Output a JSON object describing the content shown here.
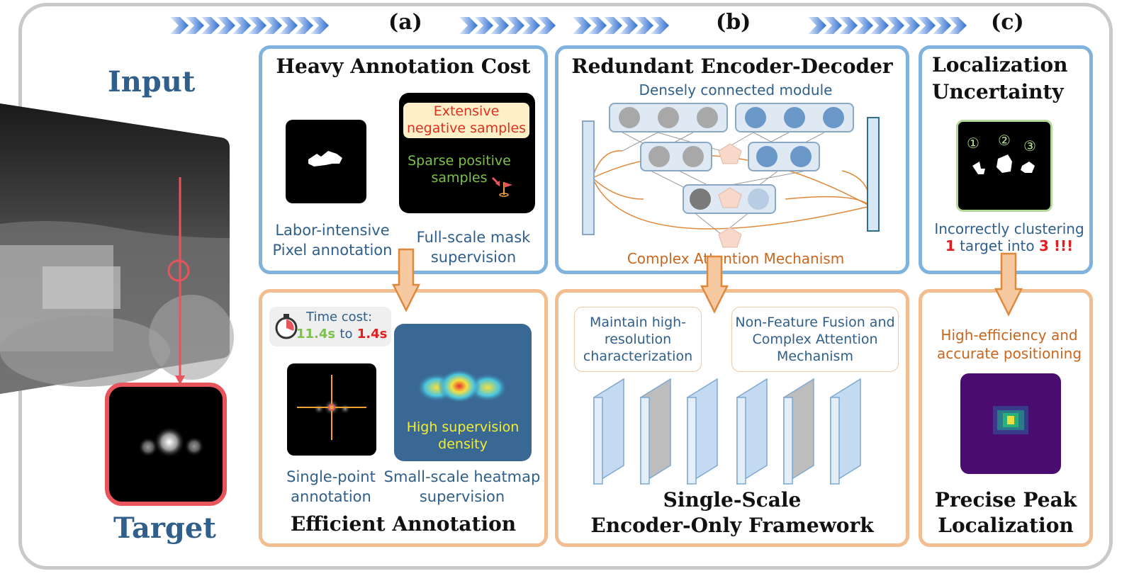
{
  "labels": {
    "a": "(a)",
    "b": "(b)",
    "c": "(c)",
    "input": "Input",
    "target": "Target"
  },
  "panel_a_top": {
    "title": "Heavy Annotation Cost",
    "neg": "Extensive negative samples",
    "pos": "Sparse positive samples",
    "cap1": "Labor-intensive Pixel annotation",
    "cap2": "Full-scale mask supervision"
  },
  "panel_a_bot": {
    "time_label": "Time cost:",
    "time_from": "11.4s",
    "time_to_word": "to",
    "time_to": "1.4s",
    "heat_text": "High supervision density",
    "cap1": "Single-point annotation",
    "cap2": "Small-scale heatmap supervision",
    "title": "Efficient Annotation"
  },
  "panel_b_top": {
    "title": "Redundant Encoder-Decoder",
    "dense": "Densely connected module",
    "attn": "Complex Attention Mechanism"
  },
  "panel_b_bot": {
    "box1": "Maintain high-resolution characterization",
    "box2": "Non-Feature Fusion and Complex Attention Mechanism",
    "title1": "Single-Scale",
    "title2": "Encoder-Only Framework"
  },
  "panel_c_top": {
    "title1": "Localization",
    "title2": "Uncertainty",
    "n1": "①",
    "n2": "②",
    "n3": "③",
    "cap_line1": "Incorrectly clustering",
    "num1": "1",
    "mid": "target into",
    "num3": "3 !!!"
  },
  "panel_c_bot": {
    "cap1": "High-efficiency and",
    "cap2": "accurate positioning",
    "title1": "Precise Peak",
    "title2": "Localization"
  },
  "colors": {
    "panel_blue": "#7fb2dc",
    "panel_orange": "#f2bd8f",
    "text_blue": "#2f5f8a",
    "text_orange": "#c9661e",
    "highlight_green": "#7cc24b",
    "highlight_red": "#e02020",
    "target_frame": "#e8545c"
  }
}
